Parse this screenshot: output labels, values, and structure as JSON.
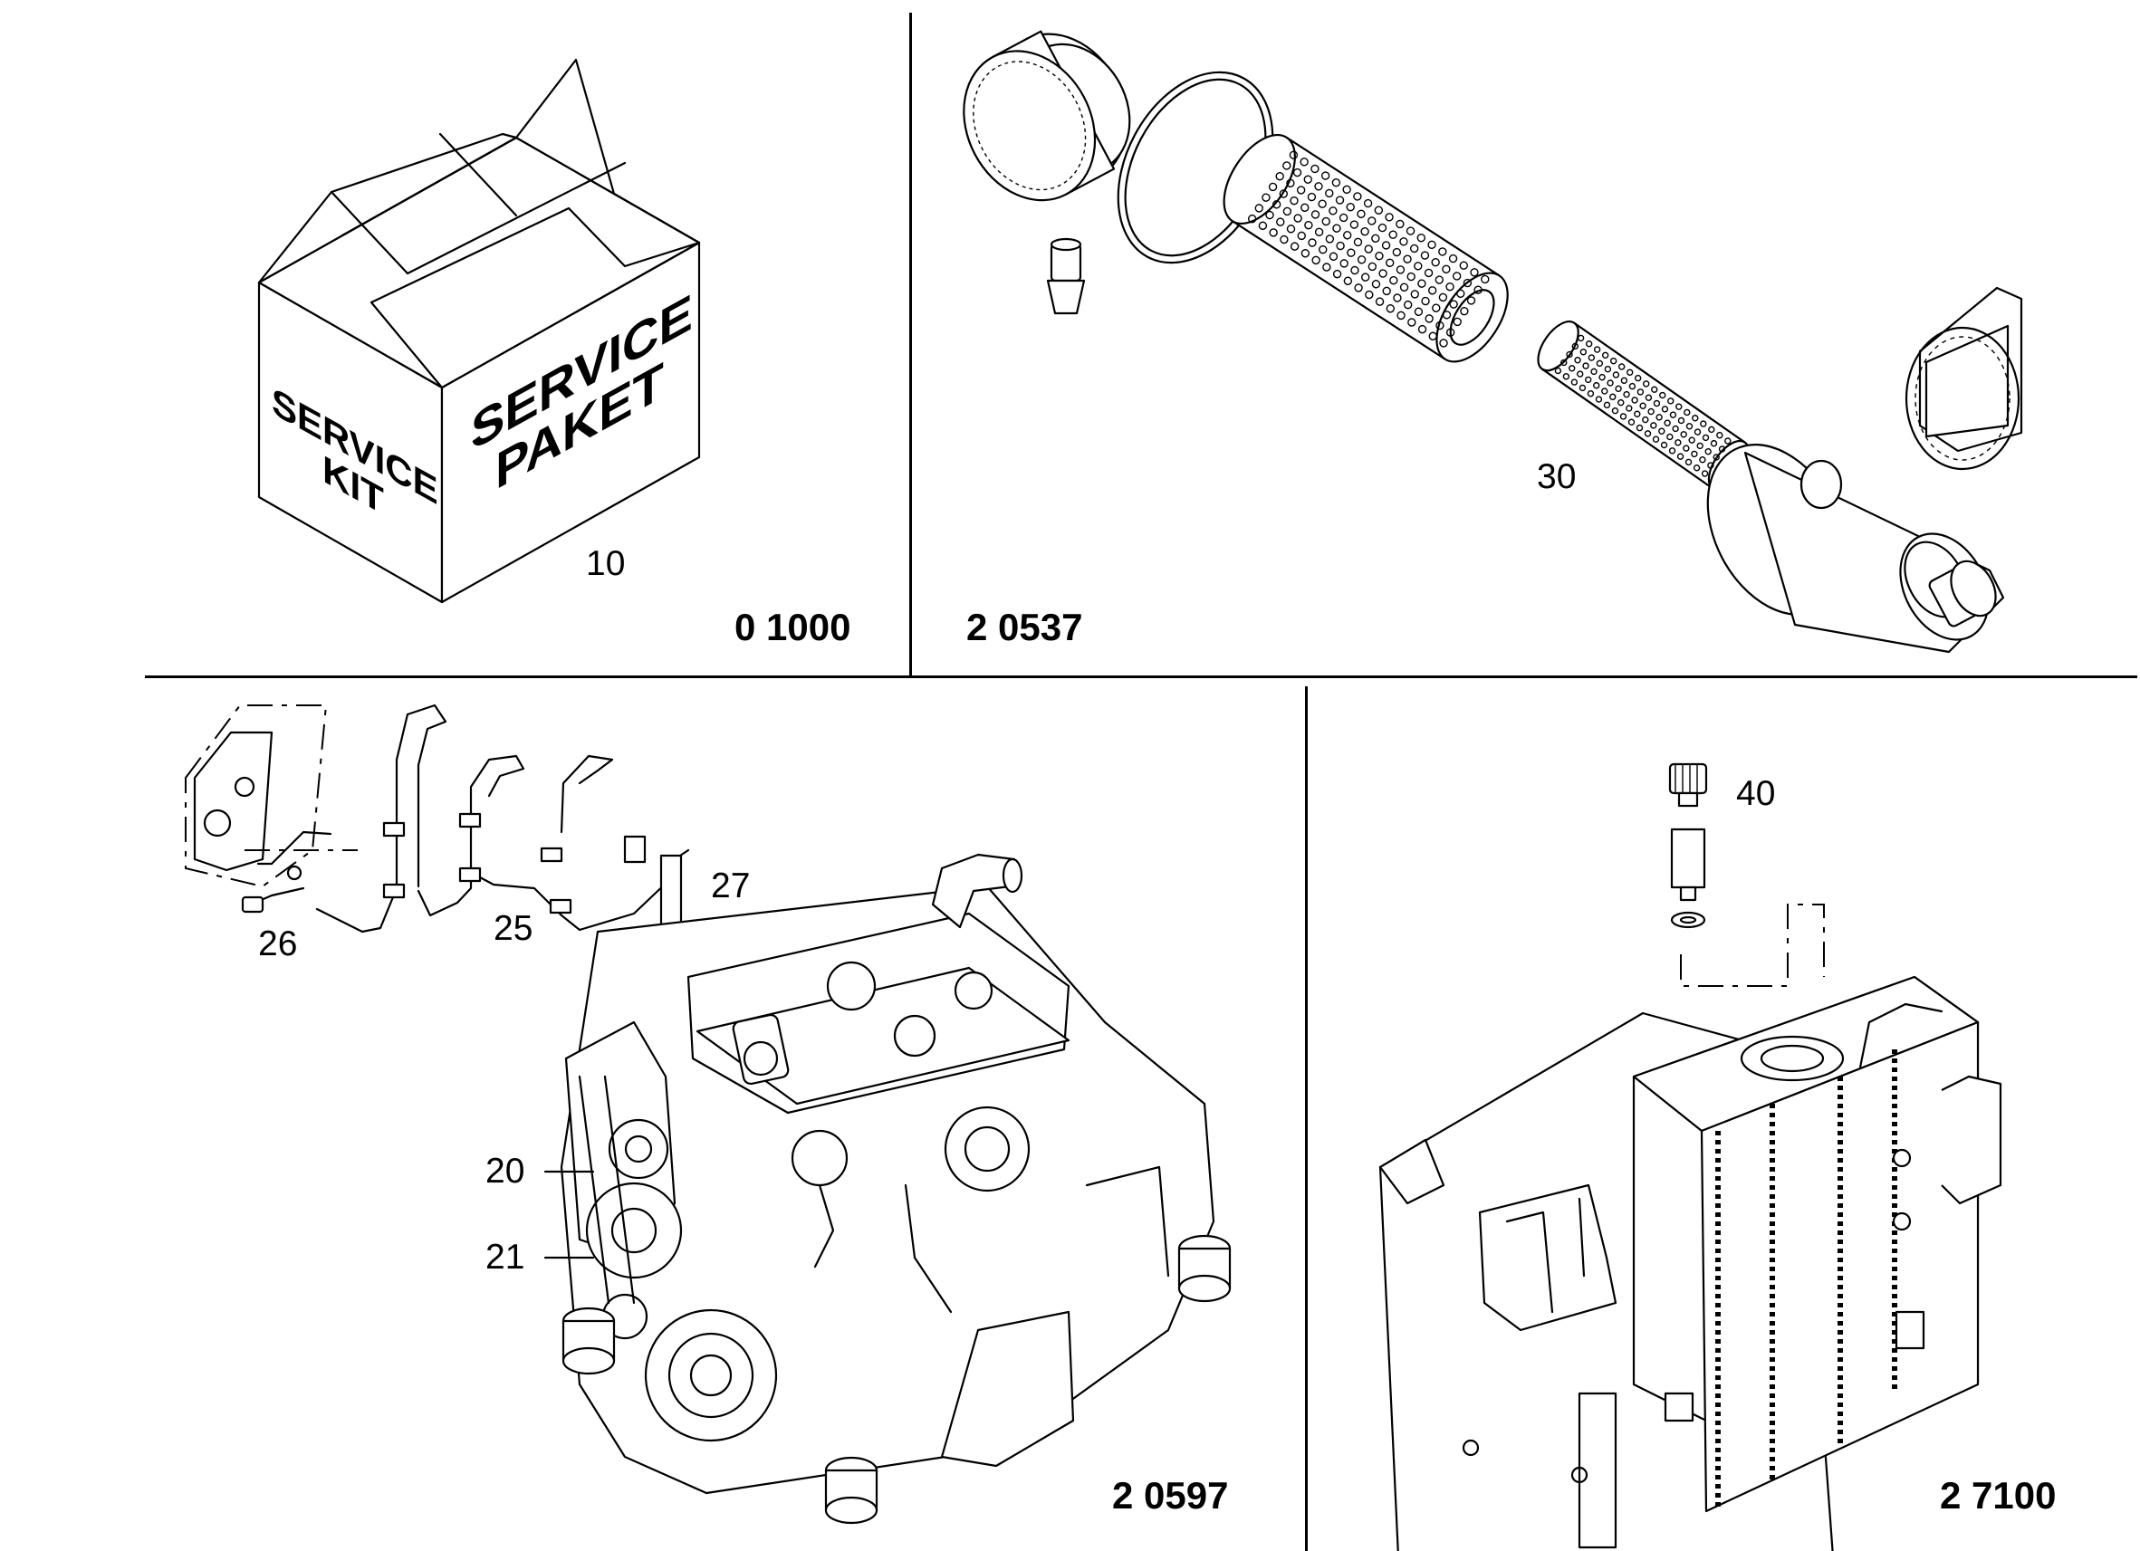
{
  "panels": {
    "service_kit": {
      "ref": "0 1000",
      "box_text_left": [
        "SERVICE",
        "KIT"
      ],
      "box_text_right": [
        "SERVICE",
        "PAKET"
      ],
      "callouts": [
        "10"
      ]
    },
    "air_filter": {
      "ref": "2 0537",
      "callouts": [
        "30"
      ]
    },
    "engine": {
      "ref": "2 0597",
      "callouts": [
        "20",
        "21",
        "25",
        "26",
        "27"
      ]
    },
    "tank": {
      "ref": "2 7100",
      "callouts": [
        "40"
      ]
    }
  }
}
